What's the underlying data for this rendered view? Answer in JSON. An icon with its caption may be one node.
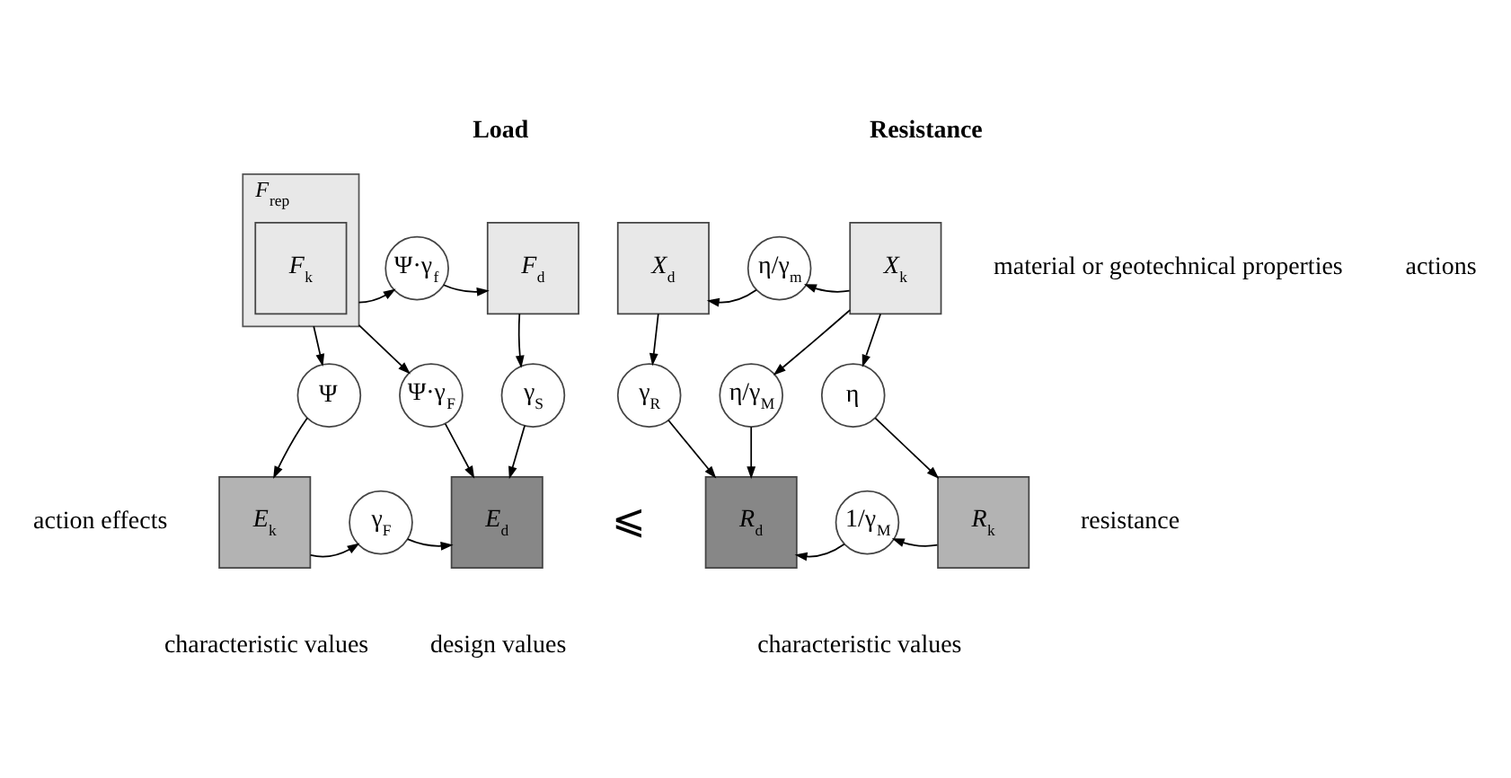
{
  "diagram": {
    "nodes": [
      {
        "text": [
          "*F*$_{rep}$"
        ]
      },
      {
        "text": [
          "*F*$_{k}$"
        ],
        "in": 0
      },
      {
        "text": [
          "Ψ·γ$_{f}$"
        ]
      },
      {
        "text": [
          "*F*$_{d}$"
        ]
      },
      {
        "text": [
          "Ψ"
        ]
      },
      {
        "text": [
          "Ψ·γ$_{F}$"
        ]
      },
      {
        "text": [
          "γ$_{S}$"
        ]
      },
      {
        "text": [
          "*E*$_{k}$"
        ]
      },
      {
        "text": [
          "γ$_{F}$"
        ]
      },
      {
        "text": [
          "*E*$_{d}$"
        ]
      },
      {
        "text": [
          "*X*$_{d}$"
        ]
      },
      {
        "text": [
          "η/γ$_{m}$"
        ]
      },
      {
        "text": [
          "*X*$_{k}$"
        ]
      },
      {
        "text": [
          "γ$_{R}$"
        ]
      },
      {
        "text": [
          "η/γ$_{M}$"
        ]
      },
      {
        "text": [
          "η"
        ]
      },
      {
        "text": [
          "*R*$_{d}$"
        ]
      },
      {
        "text": [
          "1/γ$_{M}$"
        ]
      },
      {
        "text": [
          "*R*$_{k}$"
        ]
      }
    ],
    "edges": [
      {
        "from": 0,
        "to": 2,
        "arrow": "to"
      },
      {
        "from": 2,
        "to": 3,
        "arrow": "to"
      },
      {
        "from": 0,
        "to": 4,
        "arrow": "to"
      },
      {
        "from": 0,
        "to": 5,
        "arrow": "to"
      },
      {
        "from": 3,
        "to": 6,
        "arrow": "to"
      },
      {
        "from": 4,
        "to": 7,
        "arrow": "to"
      },
      {
        "from": 5,
        "to": 9,
        "arrow": "to"
      },
      {
        "from": 6,
        "to": 9,
        "arrow": "to"
      },
      {
        "from": 7,
        "to": 8,
        "arrow": "to"
      },
      {
        "from": 8,
        "to": 9,
        "arrow": "to"
      },
      {
        "from": 12,
        "to": 11,
        "arrow": "to"
      },
      {
        "from": 11,
        "to": 10,
        "arrow": "to"
      },
      {
        "from": 10,
        "to": 13,
        "arrow": "to"
      },
      {
        "from": 12,
        "to": 14,
        "arrow": "to"
      },
      {
        "from": 12,
        "to": 15,
        "arrow": "to"
      },
      {
        "from": 13,
        "to": 16,
        "arrow": "to"
      },
      {
        "from": 14,
        "to": 16,
        "arrow": "to"
      },
      {
        "from": 15,
        "to": 18,
        "arrow": "to"
      },
      {
        "from": 18,
        "to": 17,
        "arrow": "to"
      },
      {
        "from": 17,
        "to": 16,
        "arrow": "to"
      }
    ],
    "labels": [
      "Load",
      "Resistance",
      "actions",
      "material or geotechnical properties",
      "action effects",
      "⩽",
      "resistance",
      "characteristic values",
      "design values",
      "characteristic values"
    ]
  }
}
